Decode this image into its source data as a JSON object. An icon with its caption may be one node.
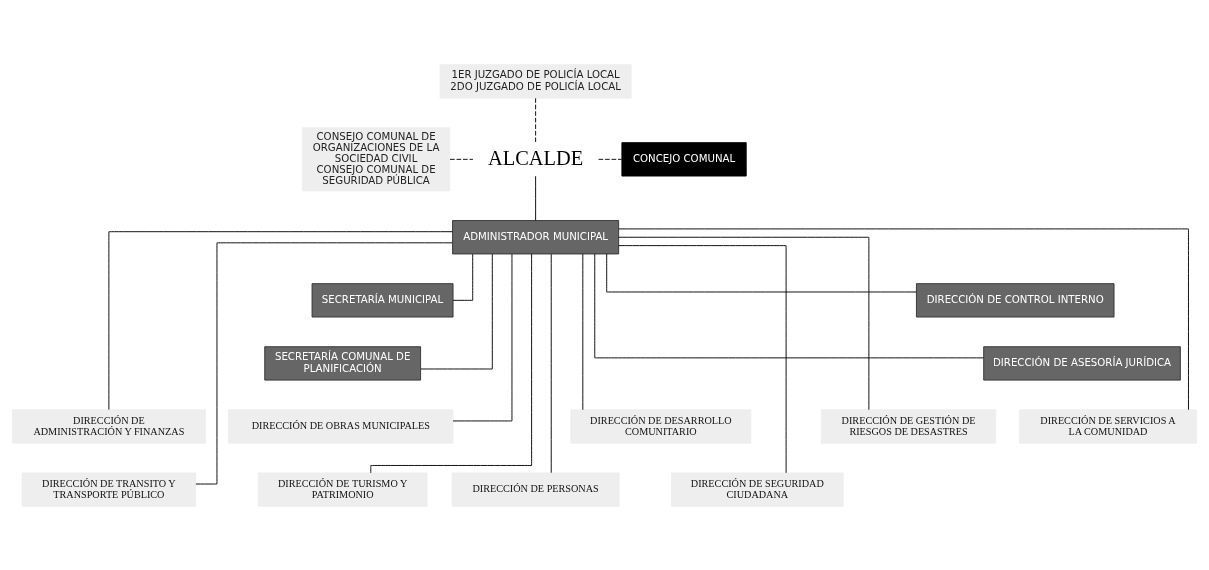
{
  "diagram": {
    "nodes": [
      {
        "text": [
          "CONSEJO COMUNAL DE ORGANIZACIONES DE LA SOCIEDAD CIVIL",
          "CONSEJO COMUNAL DE SEGURIDAD PÚBLICA"
        ]
      },
      {
        "text": [
          "ALCALDE"
        ]
      },
      {
        "text": [
          "CONCEJO COMUNAL"
        ]
      },
      {
        "text": [
          "1ER JUZGADO DE POLICÍA LOCAL",
          "2DO JUZGADO DE POLICÍA LOCAL"
        ]
      },
      {
        "text": [
          "ADMINISTRADOR MUNICIPAL"
        ]
      },
      {
        "text": [
          "SECRETARÍA MUNICIPAL"
        ]
      },
      {
        "text": [
          "DIRECCIÓN DE CONTROL INTERNO"
        ]
      },
      {
        "text": [
          "SECRETARÍA COMUNAL DE PLANIFICACIÓN"
        ]
      },
      {
        "text": [
          "DIRECCIÓN DE ASESORÍA JURÍDICA"
        ]
      },
      {
        "text": [
          "DIRECCIÓN DE ADMINISTRACIÓN Y FINANZAS"
        ]
      },
      {
        "text": [
          "DIRECCIÓN DE DESARROLLO COMUNITARIO"
        ]
      },
      {
        "text": [
          "DIRECCIÓN DE OBRAS MUNICIPALES"
        ]
      },
      {
        "text": [
          "DIRECCIÓN DE GESTIÓN DE RIESGOS DE DESASTRES"
        ]
      },
      {
        "text": [
          "DIRECCIÓN DE SERVICIOS A LA COMUNIDAD"
        ]
      },
      {
        "text": [
          "DIRECCIÓN DE TRANSITO Y TRANSPORTE PÚBLICO"
        ]
      },
      {
        "text": [
          "DIRECCIÓN DE TURISMO Y PATRIMONIO"
        ]
      },
      {
        "text": [
          "DIRECCIÓN DE PERSONAS"
        ]
      },
      {
        "text": [
          "DIRECCIÓN DE SEGURIDAD CIUDADANA"
        ]
      }
    ],
    "edges": [
      {
        "from": 0,
        "to": 1,
        "arrow": "none",
        "style": "dashed"
      },
      {
        "from": 1,
        "to": 2,
        "arrow": "none",
        "style": "dashed"
      },
      {
        "from": 3,
        "to": 1,
        "arrow": "none",
        "style": "dashed"
      },
      {
        "from": 1,
        "to": 4,
        "arrow": "none"
      },
      {
        "from": 4,
        "to": 5,
        "arrow": "none"
      },
      {
        "from": 4,
        "to": 6,
        "arrow": "none"
      },
      {
        "from": 4,
        "to": 7,
        "arrow": "none"
      },
      {
        "from": 4,
        "to": 8,
        "arrow": "none"
      },
      {
        "from": 4,
        "to": 9,
        "arrow": "none"
      },
      {
        "from": 4,
        "to": 10,
        "arrow": "none"
      },
      {
        "from": 4,
        "to": 11,
        "arrow": "none"
      },
      {
        "from": 4,
        "to": 12,
        "arrow": "none"
      },
      {
        "from": 4,
        "to": 13,
        "arrow": "none"
      },
      {
        "from": 4,
        "to": 14,
        "arrow": "none"
      },
      {
        "from": 4,
        "to": 15,
        "arrow": "none"
      },
      {
        "from": 4,
        "to": 16,
        "arrow": "none"
      },
      {
        "from": 4,
        "to": 17,
        "arrow": "none"
      }
    ]
  }
}
